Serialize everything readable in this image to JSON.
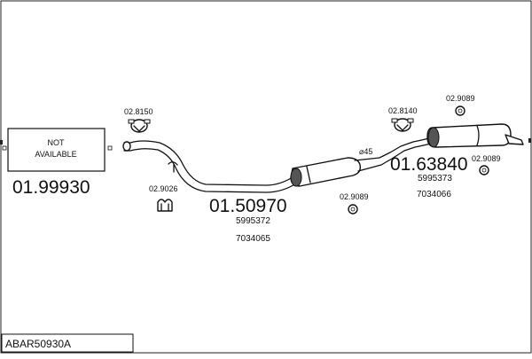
{
  "diagram": {
    "not_available_line1": "NOT",
    "not_available_line2": "AVAILABLE",
    "front_part_number": "01.99930",
    "middle_part_number": "01.50970",
    "middle_oem_1": "5995372",
    "middle_oem_2": "7034065",
    "rear_part_number": "01.63840",
    "rear_oem_1": "5995373",
    "rear_oem_2": "7034066",
    "clamp_front": "02.8150",
    "mount_front": "02.9026",
    "clamp_rear": "02.8140",
    "ring_middle": "02.9089",
    "ring_rear_top": "02.9089",
    "ring_rear_side": "02.9089",
    "diameter_label": "⌀45",
    "reference_code": "ABAR50930A"
  }
}
